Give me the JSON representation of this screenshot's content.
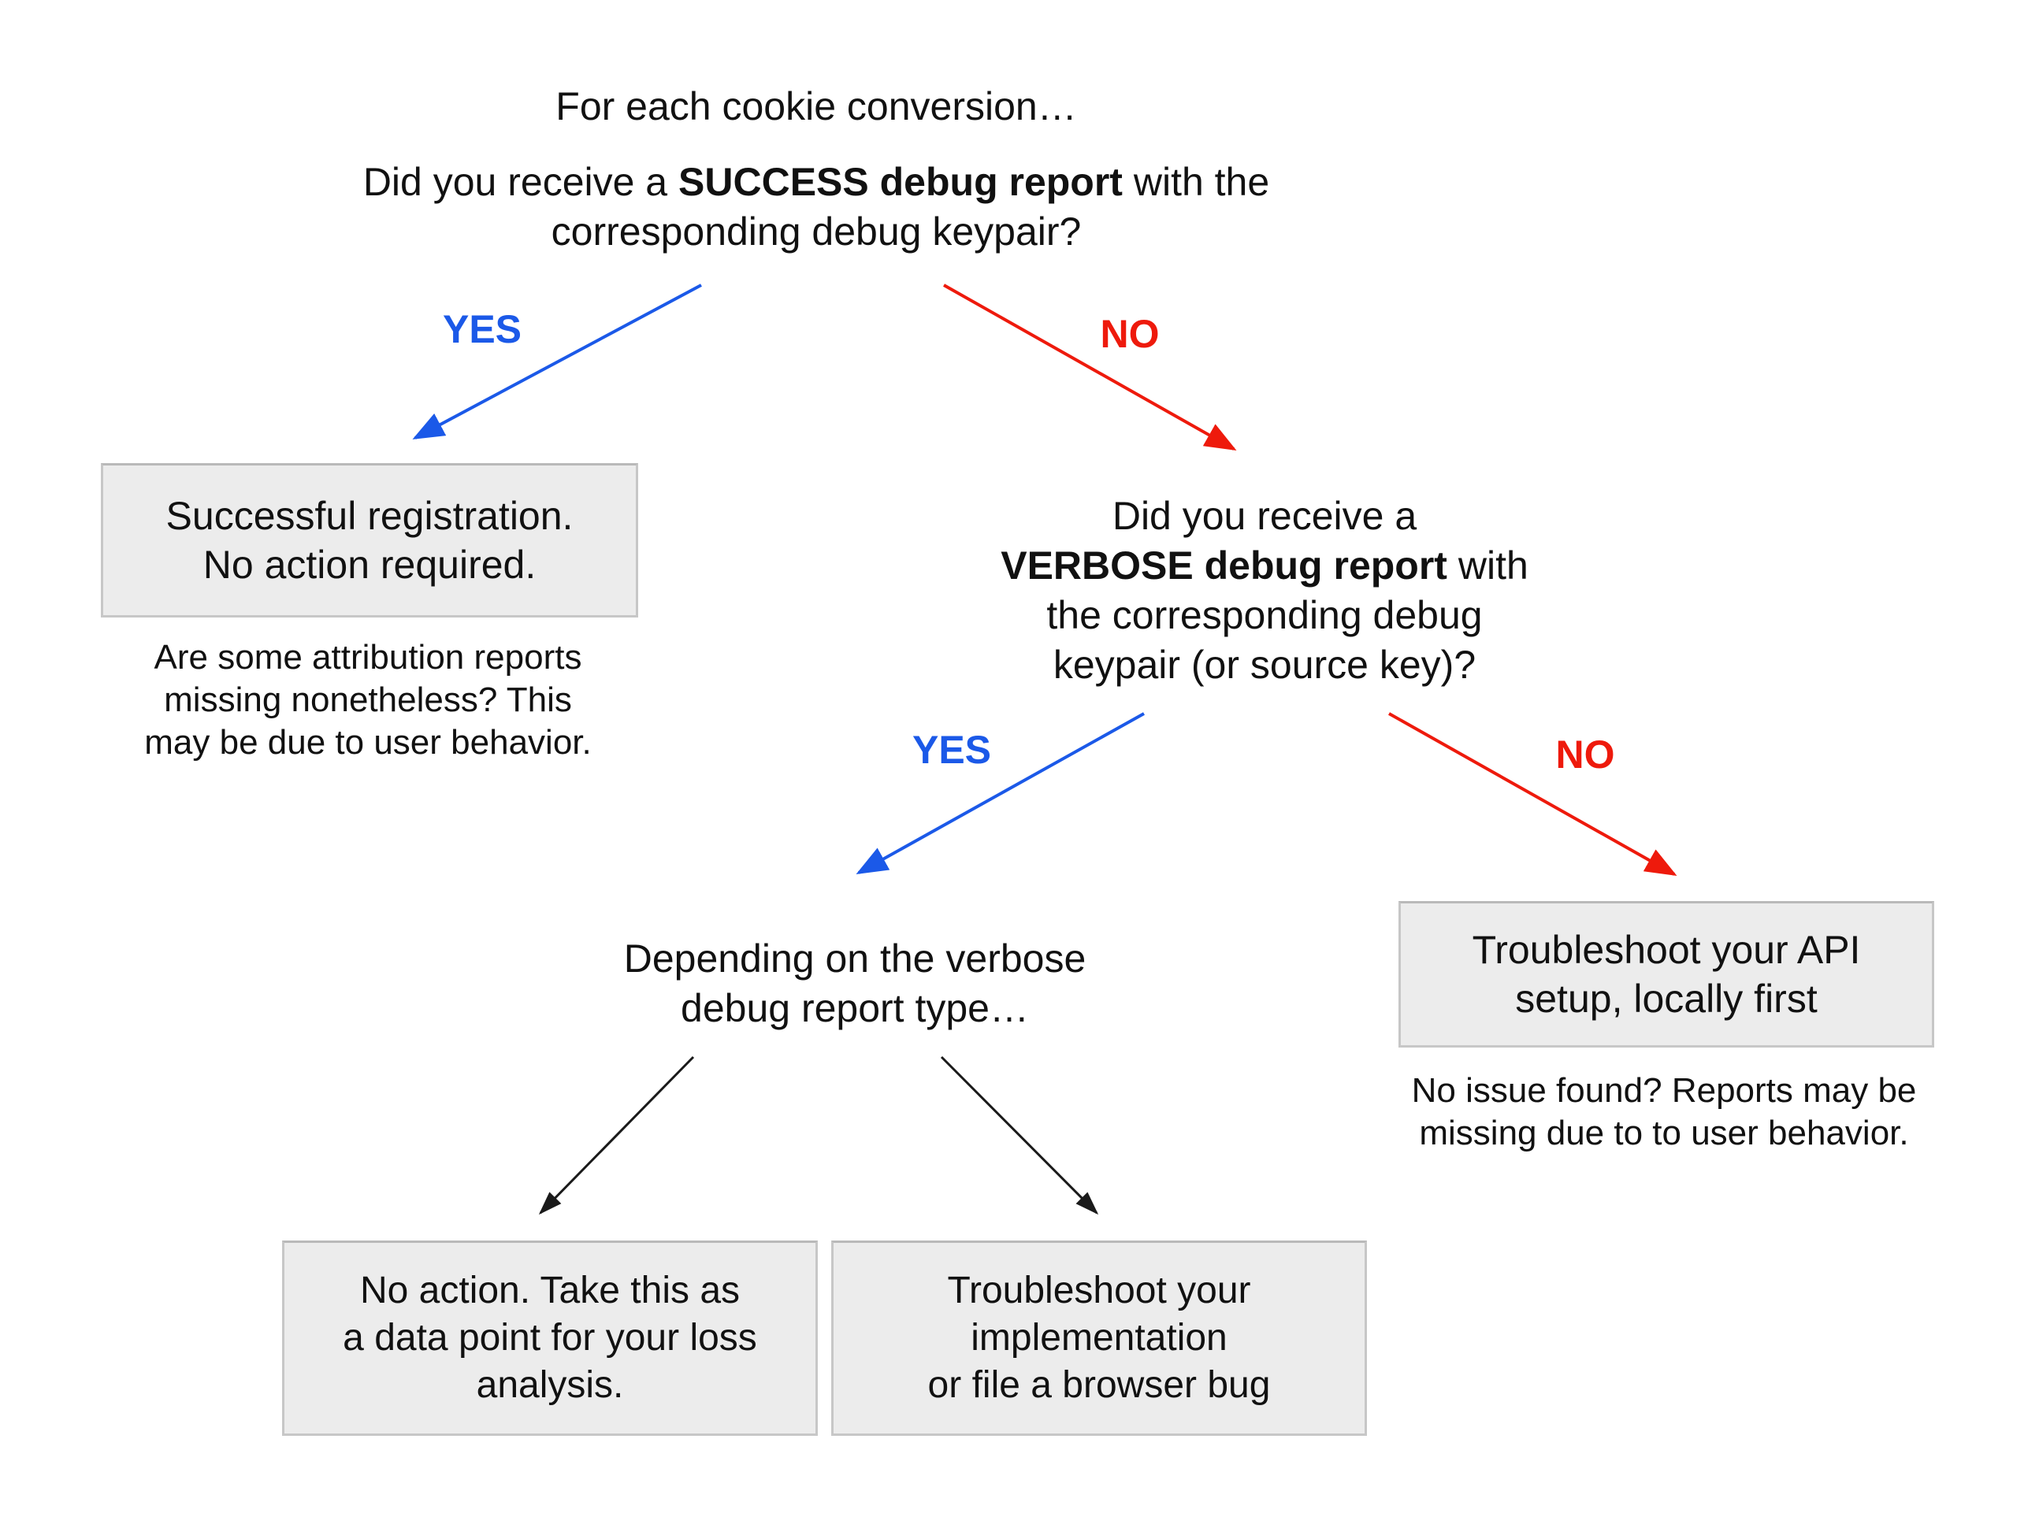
{
  "labels": {
    "yes": "YES",
    "no": "NO"
  },
  "colors": {
    "yes_blue": "#1B59E8",
    "no_red": "#EE1A0C",
    "arrow_black": "#1A1A1A",
    "box_fill": "#ECECEC",
    "box_border": "#C7C7C7",
    "text": "#111111"
  },
  "nodes": {
    "intro": "For each cookie conversion…",
    "q_success": {
      "pre": "Did you receive a ",
      "bold": "SUCCESS debug report",
      "post": " with the",
      "line2": "corresponding debug keypair?"
    },
    "success_box": {
      "line1": "Successful registration.",
      "line2": "No action required."
    },
    "success_note": [
      "Are some attribution reports",
      "missing nonetheless? This",
      "may be due to user behavior."
    ],
    "q_verbose": {
      "line1": "Did you receive a",
      "bold": "VERBOSE debug report",
      "bold_post": " with",
      "line3": "the corresponding debug",
      "line4": "keypair (or source key)?"
    },
    "depending": {
      "line1": "Depending on the verbose",
      "line2": "debug report type…"
    },
    "api_box": {
      "line1": "Troubleshoot your API",
      "line2": "setup, locally first"
    },
    "api_note": [
      "No issue found? Reports may be",
      "missing due to to user behavior."
    ],
    "loss_box": [
      "No action. Take this as",
      "a data point for your loss",
      "analysis."
    ],
    "impl_box": [
      "Troubleshoot your",
      "implementation",
      "or file a browser bug"
    ]
  }
}
